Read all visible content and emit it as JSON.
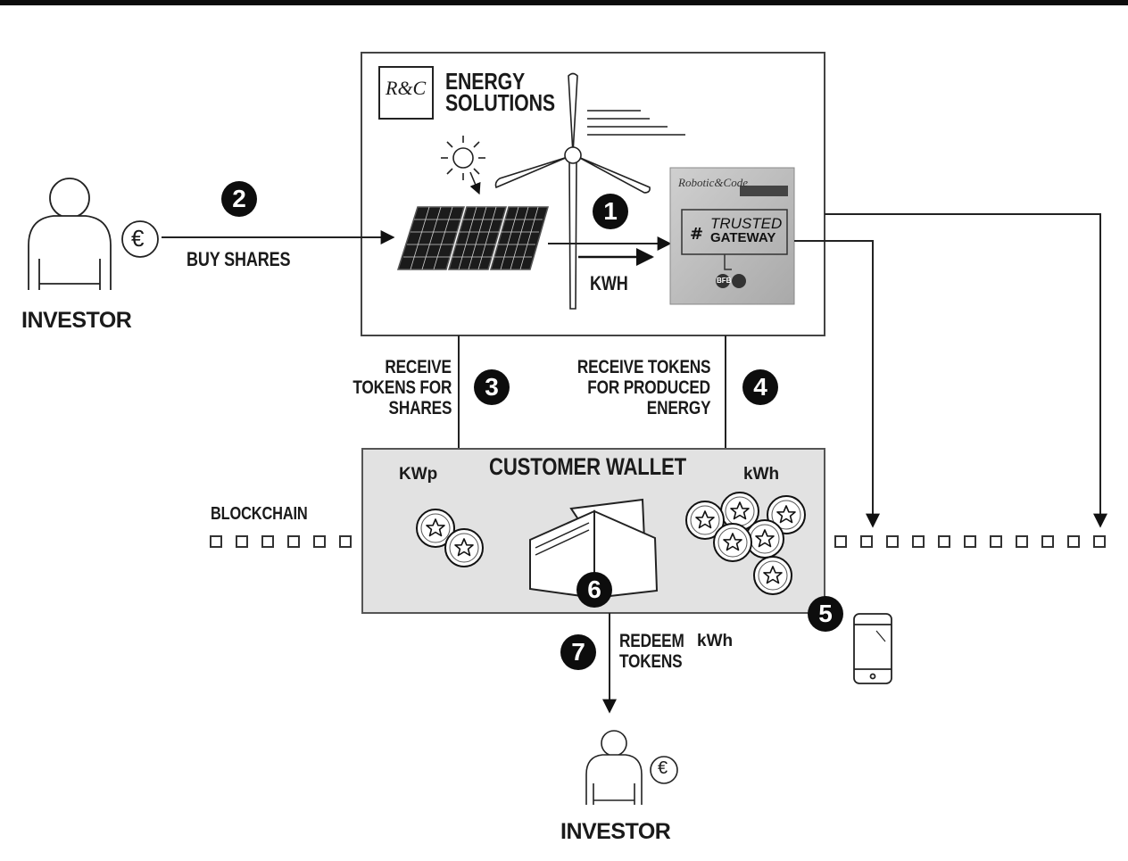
{
  "company": {
    "logo_text": "R&C",
    "name_line1": "ENERGY",
    "name_line2": "SOLUTIONS"
  },
  "gateway": {
    "brand_mark": "Robotic&Code",
    "line1": "TRUSTED",
    "line2": "GATEWAY",
    "badge": "BFB"
  },
  "labels": {
    "investor_left": "INVESTOR",
    "investor_bottom": "INVESTOR",
    "buy_shares": "BUY SHARES",
    "kwh_flow": "KWH",
    "receive_shares_1": "RECEIVE",
    "receive_shares_2": "TOKENS FOR",
    "receive_shares_3": "SHARES",
    "receive_energy_1": "RECEIVE TOKENS",
    "receive_energy_2": "FOR PRODUCED",
    "receive_energy_3": "ENERGY",
    "customer_wallet": "CUSTOMER WALLET",
    "kwp": "KWp",
    "kwh_wallet": "kWh",
    "blockchain": "BLOCKCHAIN",
    "redeem_1": "REDEEM",
    "redeem_kwh": "kWh",
    "redeem_2": "TOKENS",
    "euro": "€"
  },
  "steps": [
    "1",
    "2",
    "3",
    "4",
    "5",
    "6",
    "7"
  ],
  "icons": {
    "investor": "person-icon",
    "currency": "euro-coin-icon",
    "solar": "solar-panel-icon",
    "wind": "wind-turbine-icon",
    "sun": "sun-icon",
    "wallet": "wallet-icon",
    "token": "star-token-icon",
    "phone": "smartphone-icon"
  },
  "colors": {
    "ink": "#111111",
    "wallet_fill": "#e2e2e2",
    "gateway_fill": "#bdbdbd"
  }
}
